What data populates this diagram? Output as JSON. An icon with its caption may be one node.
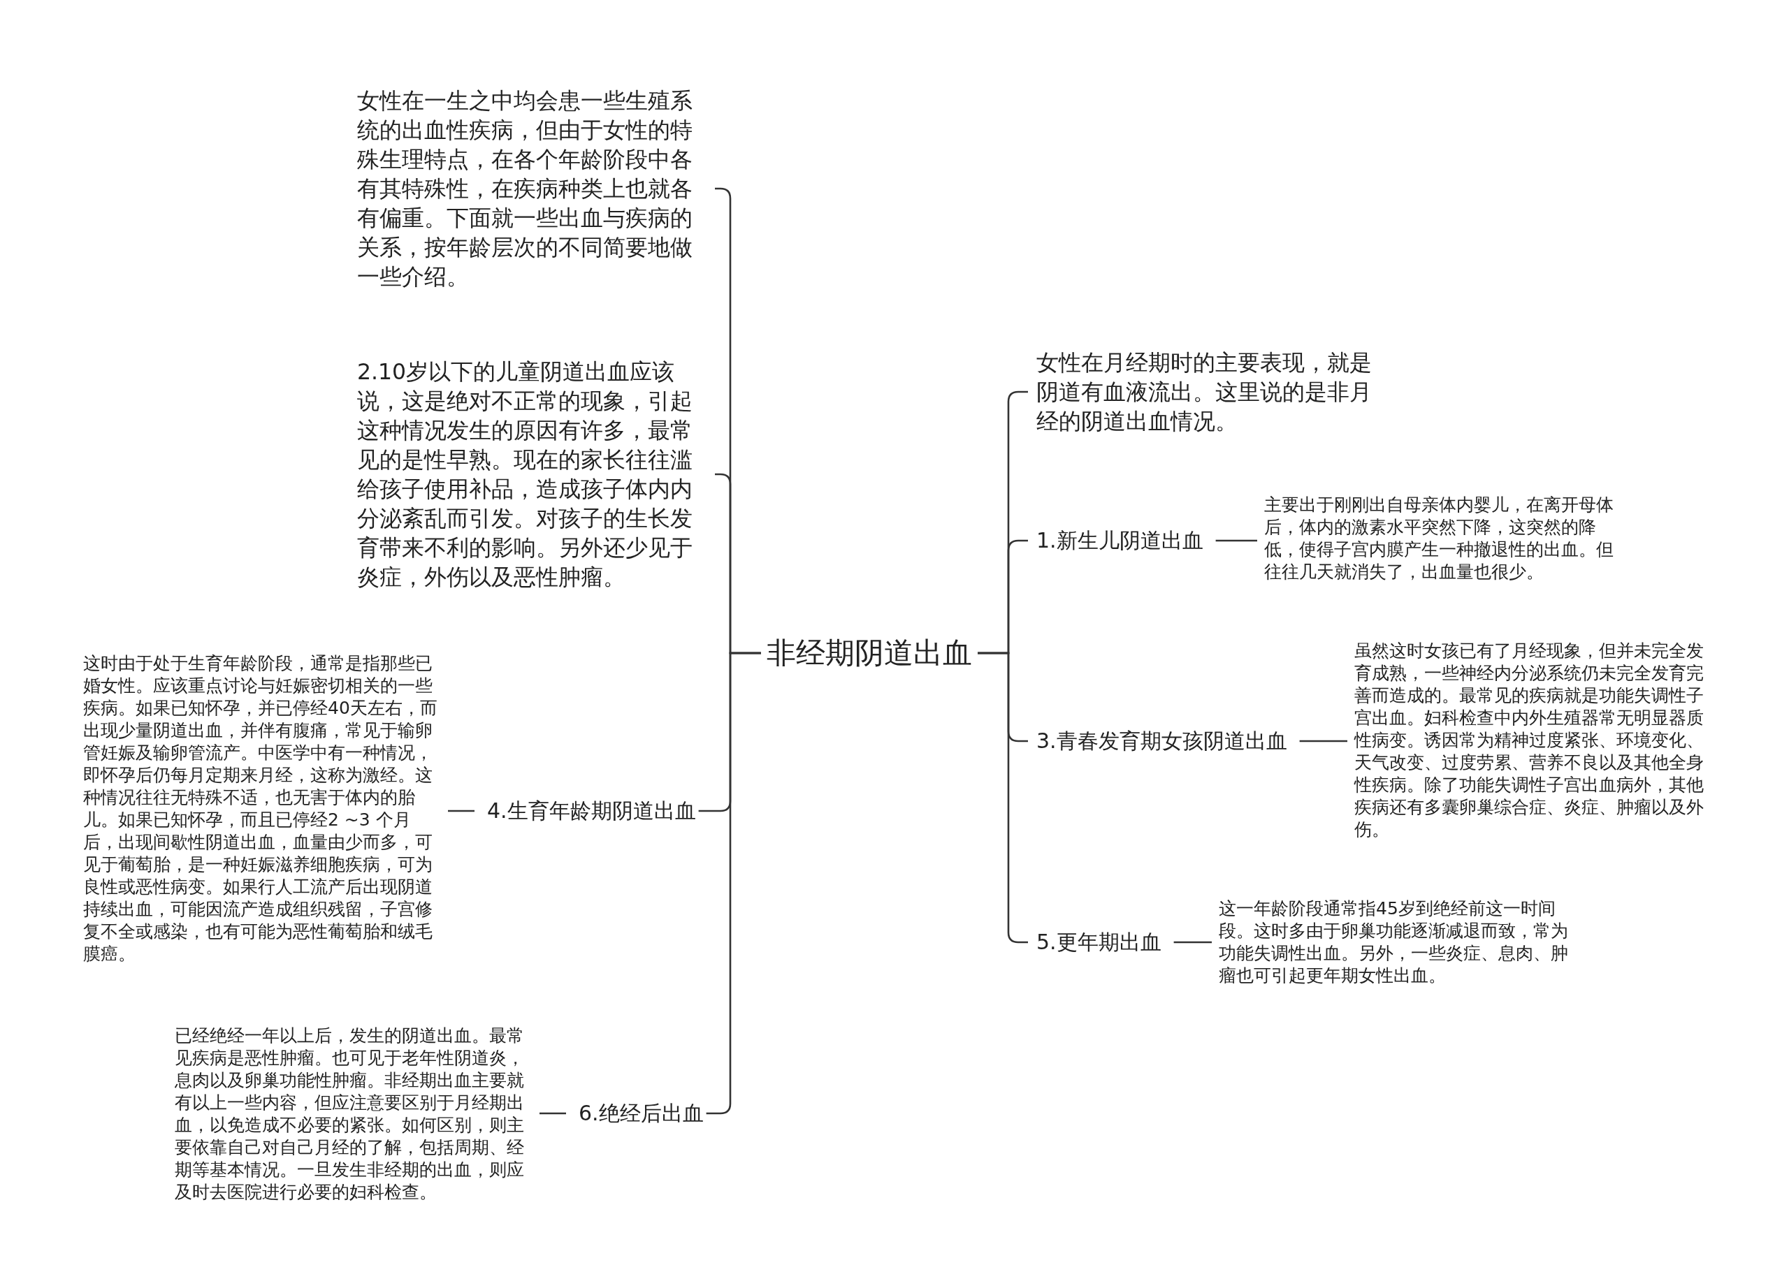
{
  "diagram": {
    "nodes": [
      {
        "text": [
          "非经期阴道出血"
        ]
      },
      {
        "text": [
          "女性在一生之中均会患一些生殖系统的出血性疾病，但由于女性的特殊生理特点，在各个年龄阶段中各有其特殊性，在疾病种类上也就各有偏重。下面就一些出血与疾病的关系，按年龄层次的不同简要地做一些介绍。"
        ]
      },
      {
        "text": [
          "2.10岁以下的儿童阴道出血应该说，这是绝对不正常的现象，引起这种情况发生的原因有许多，最常见的是性早熟。现在的家长往往滥给孩子使用补品，造成孩子体内内分泌紊乱而引发。对孩子的生长发育带来不利的影响。另外还少见于炎症，外伤以及恶性肿瘤。"
        ]
      },
      {
        "text": [
          "4.生育年龄期阴道出血"
        ]
      },
      {
        "text": [
          "这时由于处于生育年龄阶段，通常是指那些已婚女性。应该重点讨论与妊娠密切相关的一些疾病。如果已知怀孕，并已停经40天左右，而出现少量阴道出血，并伴有腹痛，常见于输卵管妊娠及输卵管流产。中医学中有一种情况，即怀孕后仍每月定期来月经，这称为激经。这种情况往往无特殊不适，也无害于体内的胎儿。如果已知怀孕，而且已停经2 ~3 个月后，出现间歇性阴道出血，血量由少而多，可见于葡萄胎，是一种妊娠滋养细胞疾病，可为良性或恶性病变。如果行人工流产后出现阴道持续出血，可能因流产造成组织残留，子宫修复不全或感染，也有可能为恶性葡萄胎和绒毛膜癌。"
        ]
      },
      {
        "text": [
          "6.绝经后出血"
        ]
      },
      {
        "text": [
          "已经绝经一年以上后，发生的阴道出血。最常见疾病是恶性肿瘤。也可见于老年性阴道炎，息肉以及卵巢功能性肿瘤。非经期出血主要就有以上一些内容，但应注意要区别于月经期出血，以免造成不必要的紧张。如何区别，则主要依靠自己对自己月经的了解，包括周期、经期等基本情况。一旦发生非经期的出血，则应及时去医院进行必要的妇科检查。"
        ]
      },
      {
        "text": [
          "女性在月经期时的主要表现，就是阴道有血液流出。这里说的是非月经的阴道出血情况。"
        ]
      },
      {
        "text": [
          "1.新生儿阴道出血"
        ]
      },
      {
        "text": [
          "主要出于刚刚出自母亲体内婴儿，在离开母体后，体内的激素水平突然下降，这突然的降低，使得子宫内膜产生一种撤退性的出血。但往往几天就消失了，出血量也很少。"
        ]
      },
      {
        "text": [
          "3.青春发育期女孩阴道出血"
        ]
      },
      {
        "text": [
          "虽然这时女孩已有了月经现象，但并未完全发育成熟，一些神经内分泌系统仍未完全发育完善而造成的。最常见的疾病就是功能失调性子宫出血。妇科检查中内外生殖器常无明显器质性病变。诱因常为精神过度紧张、环境变化、天气改变、过度劳累、营养不良以及其他全身性疾病。除了功能失调性子宫出血病外，其他疾病还有多囊卵巢综合症、炎症、肿瘤以及外伤。"
        ]
      },
      {
        "text": [
          "5.更年期出血"
        ]
      },
      {
        "text": [
          "这一年龄阶段通常指45岁到绝经前这一时间段。这时多由于卵巢功能逐渐减退而致，常为功能失调性出血。另外，一些炎症、息肉、肿瘤也可引起更年期女性出血。"
        ]
      }
    ],
    "edges": [
      {
        "from": 0,
        "to": 1,
        "arrow": "none"
      },
      {
        "from": 0,
        "to": 2,
        "arrow": "none"
      },
      {
        "from": 0,
        "to": 3,
        "arrow": "none"
      },
      {
        "from": 3,
        "to": 4,
        "arrow": "none"
      },
      {
        "from": 0,
        "to": 5,
        "arrow": "none"
      },
      {
        "from": 5,
        "to": 6,
        "arrow": "none"
      },
      {
        "from": 0,
        "to": 7,
        "arrow": "none"
      },
      {
        "from": 0,
        "to": 8,
        "arrow": "none"
      },
      {
        "from": 8,
        "to": 9,
        "arrow": "none"
      },
      {
        "from": 0,
        "to": 10,
        "arrow": "none"
      },
      {
        "from": 10,
        "to": 11,
        "arrow": "none"
      },
      {
        "from": 0,
        "to": 12,
        "arrow": "none"
      },
      {
        "from": 12,
        "to": 13,
        "arrow": "none"
      }
    ]
  }
}
